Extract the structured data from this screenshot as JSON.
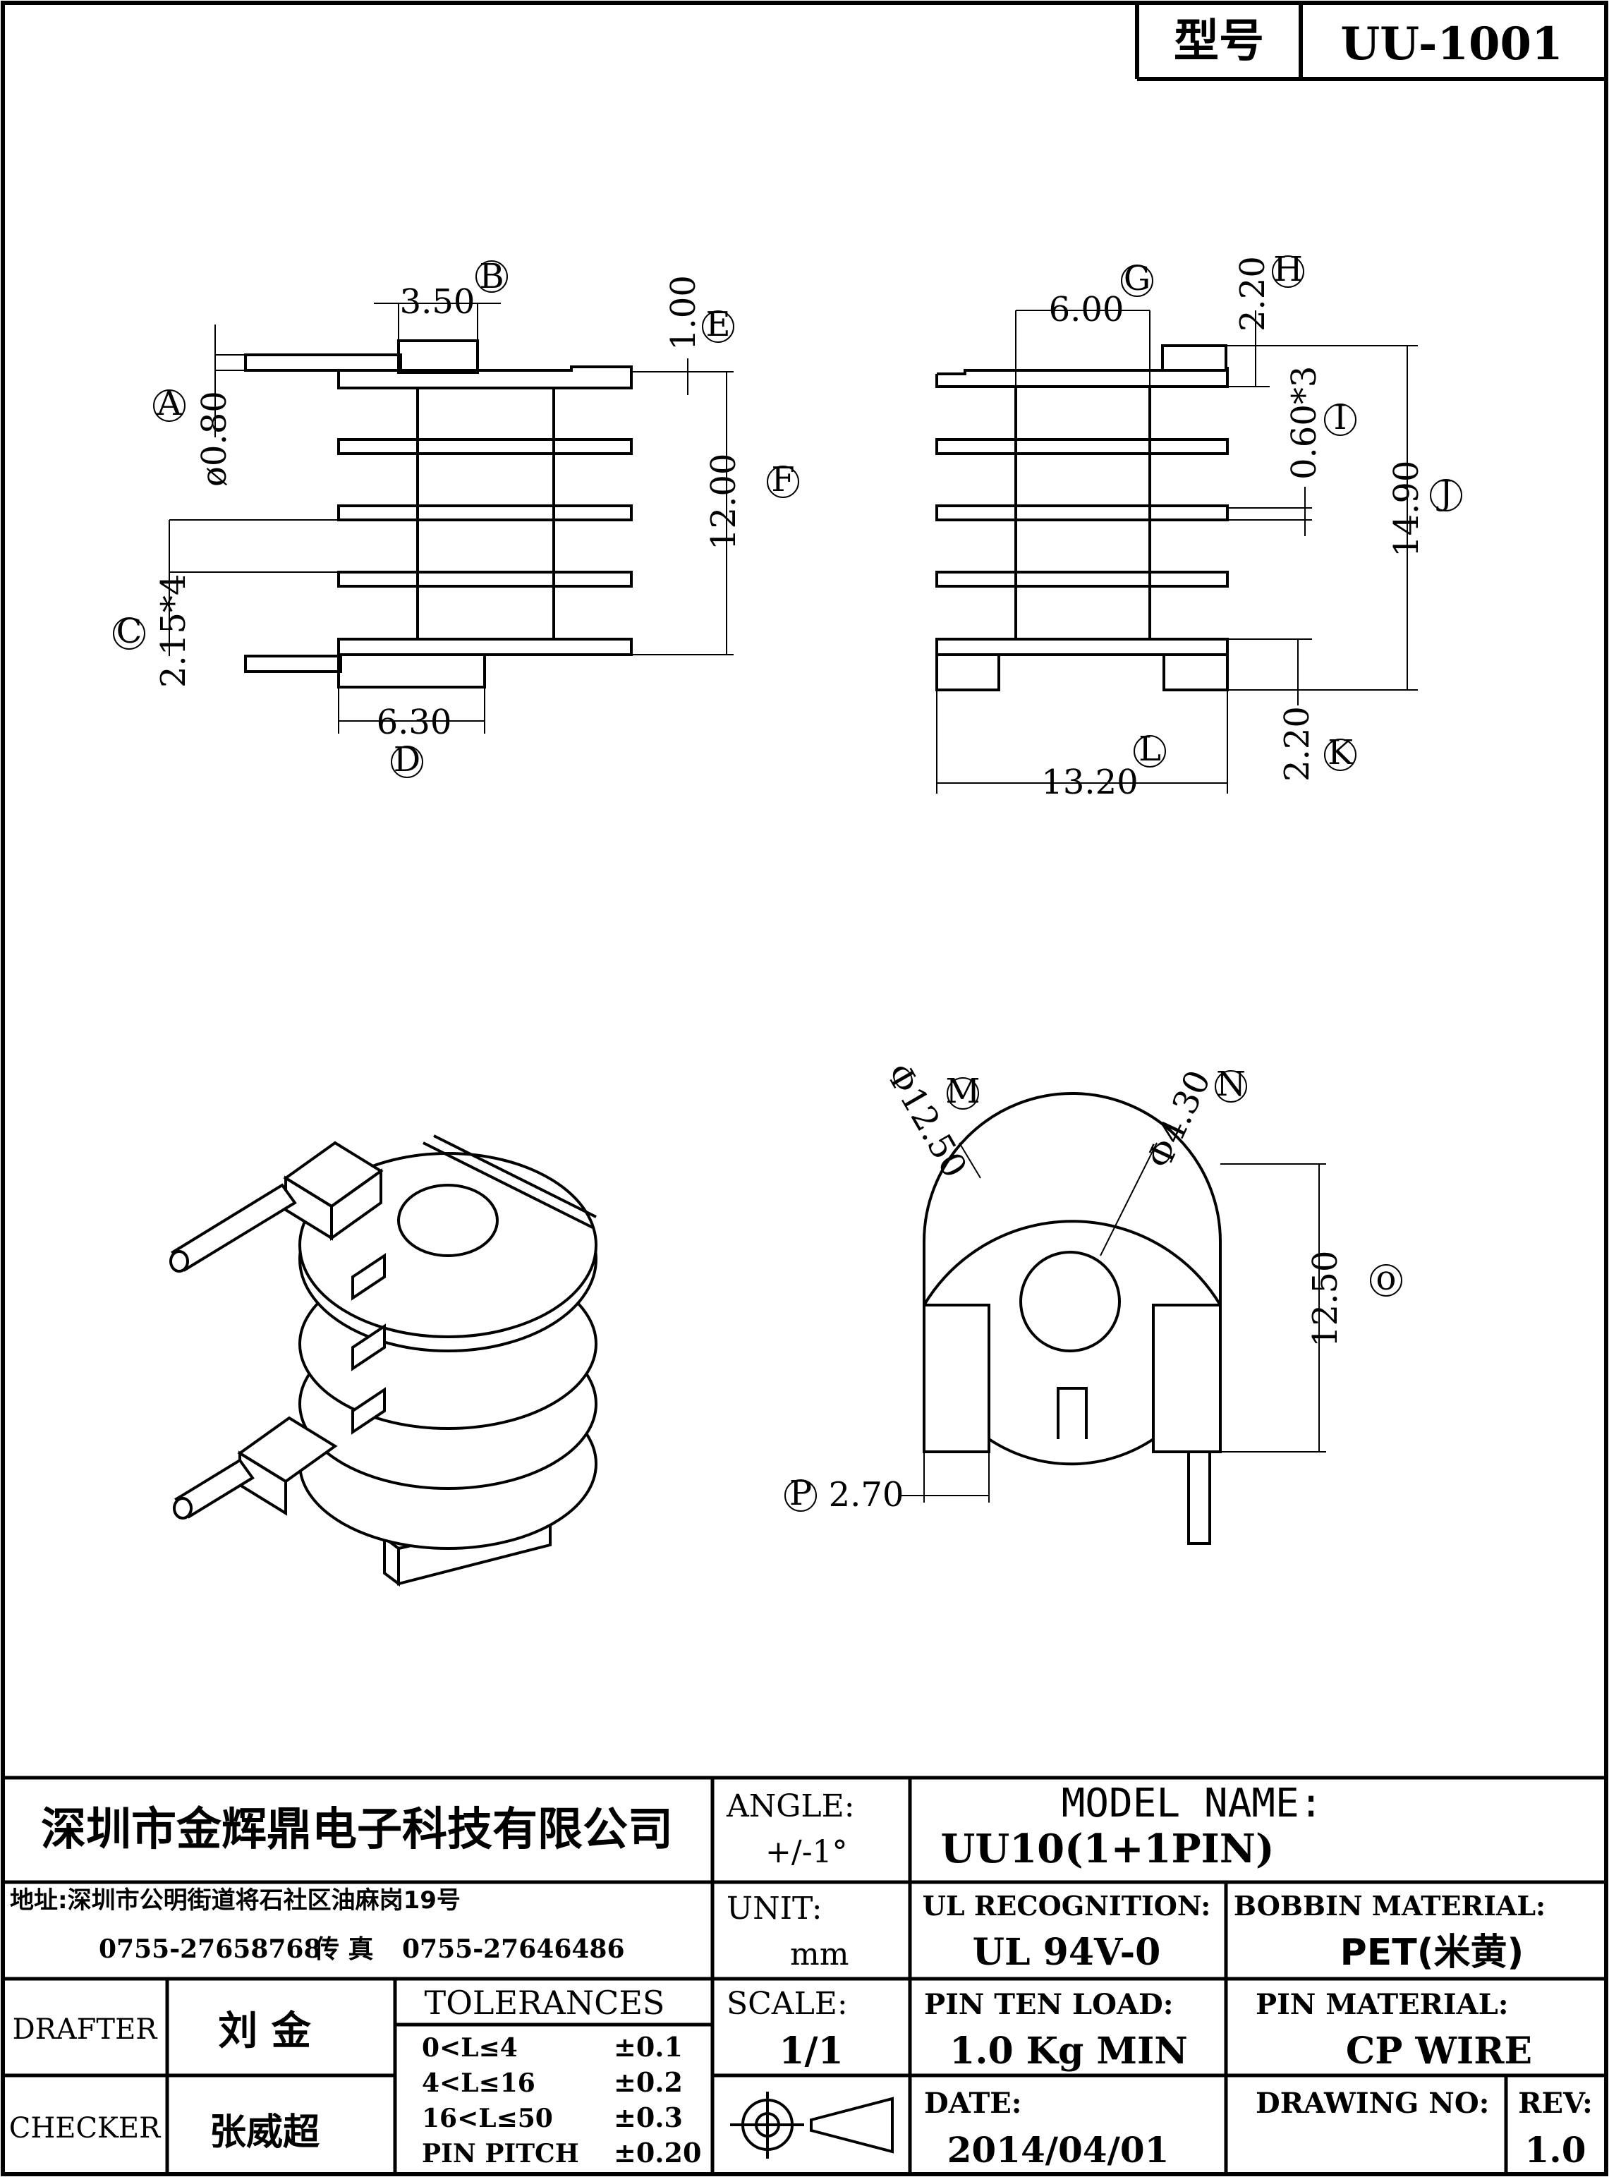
{
  "title_block": {
    "model_label": "型号",
    "model_value": "UU-1001",
    "company_name": "深圳市金辉鼎电子科技有限公司",
    "address": "地址:深圳市公明街道将石社区油麻岗19号",
    "phone": "0755-27658768",
    "fax_label": "传 真",
    "fax": "0755-27646486",
    "angle_label": "ANGLE:",
    "angle_value": "+/-1°",
    "model_name_label": "MODEL NAME:",
    "model_name_value": "UU10(1+1PIN)",
    "unit_label": "UNIT:",
    "unit_value": "mm",
    "ul_label": "UL RECOGNITION:",
    "ul_value": "UL 94V-0",
    "bobbin_label": "BOBBIN MATERIAL:",
    "bobbin_value": "PET(米黄)",
    "drafter_label": "DRAFTER",
    "drafter_value": "刘 金",
    "checker_label": "CHECKER",
    "checker_value": "张威超",
    "tolerances_label": "TOLERANCES",
    "tolerances": [
      {
        "range": "0<L≤4",
        "value": "±0.1"
      },
      {
        "range": "4<L≤16",
        "value": "±0.2"
      },
      {
        "range": "16<L≤50",
        "value": "±0.3"
      },
      {
        "range": "PIN PITCH",
        "value": "±0.20"
      }
    ],
    "scale_label": "SCALE:",
    "scale_value": "1/1",
    "pin_ten_label": "PIN TEN LOAD:",
    "pin_ten_value": "1.0 Kg MIN",
    "pin_material_label": "PIN MATERIAL:",
    "pin_material_value": "CP WIRE",
    "date_label": "DATE:",
    "date_value": "2014/04/01",
    "drawing_no_label": "DRAWING NO:",
    "rev_label": "REV:",
    "rev_value": "1.0"
  },
  "dimensions": {
    "B": {
      "label": "B",
      "value": "3.50"
    },
    "E": {
      "label": "E",
      "value": "1.00"
    },
    "A": {
      "label": "A",
      "value": "ø0.80"
    },
    "F": {
      "label": "F",
      "value": "12.00"
    },
    "C": {
      "label": "C",
      "value": "2.15*4"
    },
    "D": {
      "label": "D",
      "value": "6.30"
    },
    "G": {
      "label": "G",
      "value": "6.00"
    },
    "H": {
      "label": "H",
      "value": "2.20"
    },
    "I": {
      "label": "I",
      "value": "0.60*3"
    },
    "J": {
      "label": "J",
      "value": "14.90"
    },
    "K": {
      "label": "K",
      "value": "2.20"
    },
    "L": {
      "label": "L",
      "value": "13.20"
    },
    "M": {
      "label": "M",
      "value": "Φ12.50"
    },
    "N": {
      "label": "N",
      "value": "Φ4.30"
    },
    "O": {
      "label": "o",
      "value": "12.50"
    },
    "P": {
      "label": "P",
      "value": "2.70"
    }
  }
}
